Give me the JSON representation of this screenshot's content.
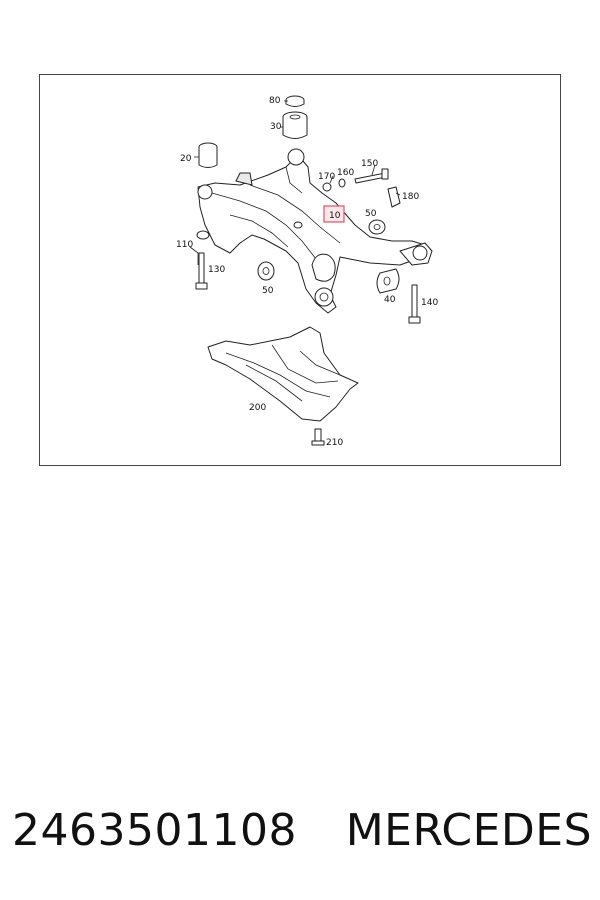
{
  "diagram": {
    "callouts": [
      {
        "id": "80",
        "text": "80"
      },
      {
        "id": "30",
        "text": "30"
      },
      {
        "id": "20",
        "text": "20"
      },
      {
        "id": "170",
        "text": "170"
      },
      {
        "id": "160",
        "text": "160"
      },
      {
        "id": "150",
        "text": "150"
      },
      {
        "id": "180",
        "text": "180"
      },
      {
        "id": "10",
        "text": "10",
        "highlighted": true
      },
      {
        "id": "50a",
        "text": "50"
      },
      {
        "id": "110",
        "text": "110"
      },
      {
        "id": "130",
        "text": "130"
      },
      {
        "id": "50b",
        "text": "50"
      },
      {
        "id": "40",
        "text": "40"
      },
      {
        "id": "140",
        "text": "140"
      },
      {
        "id": "200",
        "text": "200"
      },
      {
        "id": "210",
        "text": "210"
      }
    ],
    "highlight_color": "#e0506a"
  },
  "footer": {
    "part_number": "2463501108",
    "brand": "MERCEDES"
  }
}
